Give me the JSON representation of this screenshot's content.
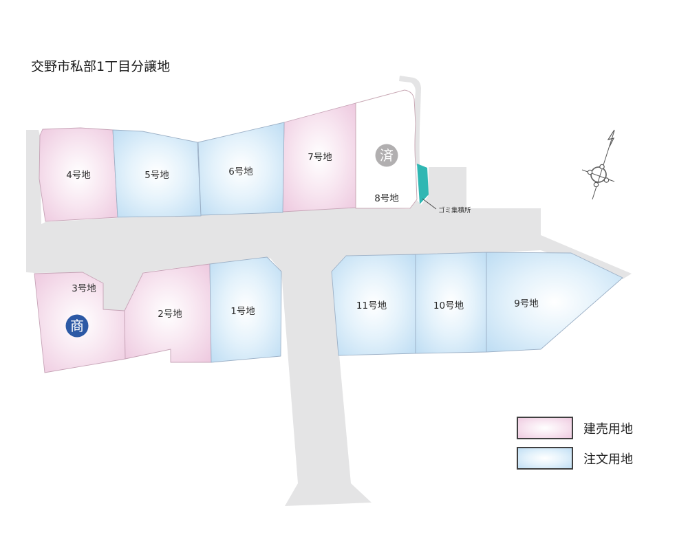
{
  "title": "交野市私部1丁目分譲地",
  "lots": {
    "l1": "1号地",
    "l2": "2号地",
    "l3": "3号地",
    "l4": "4号地",
    "l5": "5号地",
    "l6": "6号地",
    "l7": "7号地",
    "l8": "8号地",
    "l9": "9号地",
    "l10": "10号地",
    "l11": "11号地"
  },
  "markers": {
    "sold": "済",
    "negotiating": "商"
  },
  "facilities": {
    "garbage": "ゴミ集積所"
  },
  "legend": {
    "built": "建売用地",
    "custom": "注文用地"
  },
  "colors": {
    "built_lot": "#edc7de",
    "custom_lot": "#bcdcf3",
    "road": "#e4e4e5",
    "garbage_station": "#30b7b3",
    "sold_badge": "#b1afb0",
    "negotiating_badge": "#2c59a5"
  }
}
